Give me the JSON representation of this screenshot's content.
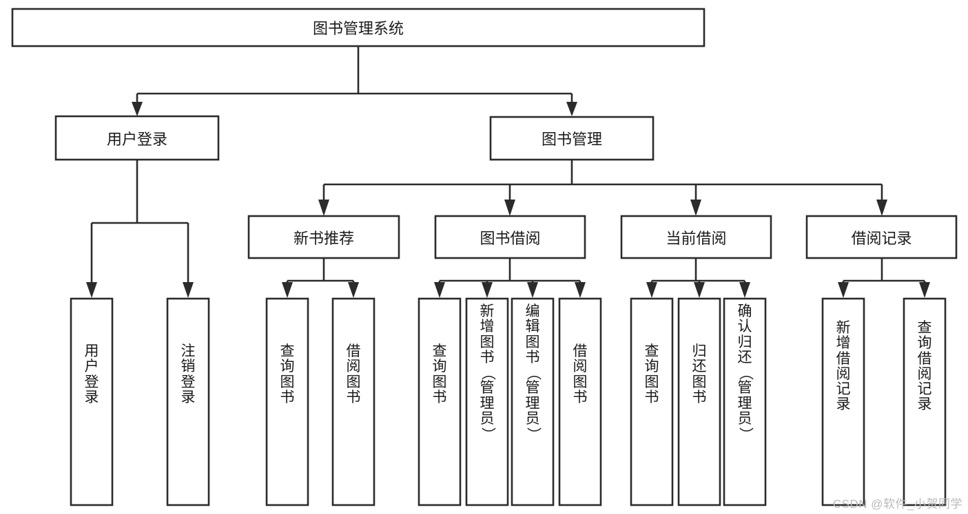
{
  "diagram": {
    "type": "tree-hierarchy-chart",
    "title": "图书管理系统",
    "orientation": "top-down",
    "watermark": "CSDN @软件_小贺同学",
    "levels": [
      {
        "level": 1,
        "nodes": [
          {
            "id": "root",
            "label": "图书管理系统",
            "text_orientation": "horizontal"
          }
        ]
      },
      {
        "level": 2,
        "nodes": [
          {
            "id": "user-login",
            "label": "用户登录",
            "text_orientation": "horizontal",
            "parent": "root"
          },
          {
            "id": "book-manage",
            "label": "图书管理",
            "text_orientation": "horizontal",
            "parent": "root"
          }
        ]
      },
      {
        "level": 3,
        "nodes": [
          {
            "id": "new-book-rec",
            "label": "新书推荐",
            "text_orientation": "horizontal",
            "parent": "book-manage"
          },
          {
            "id": "book-borrow",
            "label": "图书借阅",
            "text_orientation": "horizontal",
            "parent": "book-manage"
          },
          {
            "id": "current-borrow",
            "label": "当前借阅",
            "text_orientation": "horizontal",
            "parent": "book-manage"
          },
          {
            "id": "borrow-record",
            "label": "借阅记录",
            "text_orientation": "horizontal",
            "parent": "book-manage"
          }
        ]
      },
      {
        "level": 4,
        "nodes": [
          {
            "id": "leaf-1",
            "label": "用户登录",
            "text_orientation": "vertical",
            "parent": "user-login"
          },
          {
            "id": "leaf-2",
            "label": "注销登录",
            "text_orientation": "vertical",
            "parent": "user-login"
          },
          {
            "id": "leaf-3",
            "label": "查询图书",
            "text_orientation": "vertical",
            "parent": "new-book-rec"
          },
          {
            "id": "leaf-4",
            "label": "借阅图书",
            "text_orientation": "vertical",
            "parent": "new-book-rec"
          },
          {
            "id": "leaf-5",
            "label": "查询图书",
            "text_orientation": "vertical",
            "parent": "book-borrow"
          },
          {
            "id": "leaf-6",
            "label": "新增图书（管理员）",
            "text_orientation": "vertical",
            "parent": "book-borrow"
          },
          {
            "id": "leaf-7",
            "label": "编辑图书（管理员）",
            "text_orientation": "vertical",
            "parent": "book-borrow"
          },
          {
            "id": "leaf-8",
            "label": "借阅图书",
            "text_orientation": "vertical",
            "parent": "book-borrow"
          },
          {
            "id": "leaf-9",
            "label": "查询图书",
            "text_orientation": "vertical",
            "parent": "current-borrow"
          },
          {
            "id": "leaf-10",
            "label": "归还图书",
            "text_orientation": "vertical",
            "parent": "current-borrow"
          },
          {
            "id": "leaf-11",
            "label": "确认归还（管理员）",
            "text_orientation": "vertical",
            "parent": "current-borrow"
          },
          {
            "id": "leaf-12",
            "label": "新增借阅记录",
            "text_orientation": "vertical",
            "parent": "borrow-record"
          },
          {
            "id": "leaf-13",
            "label": "查询借阅记录",
            "text_orientation": "vertical",
            "parent": "borrow-record"
          }
        ]
      }
    ],
    "colors": {
      "box_fill": "#ffffff",
      "box_stroke": "#2b2b2b",
      "connector": "#2b2b2b",
      "text": "#1a1a1a",
      "background": "#ffffff",
      "watermark": "#b9b9b9"
    }
  }
}
